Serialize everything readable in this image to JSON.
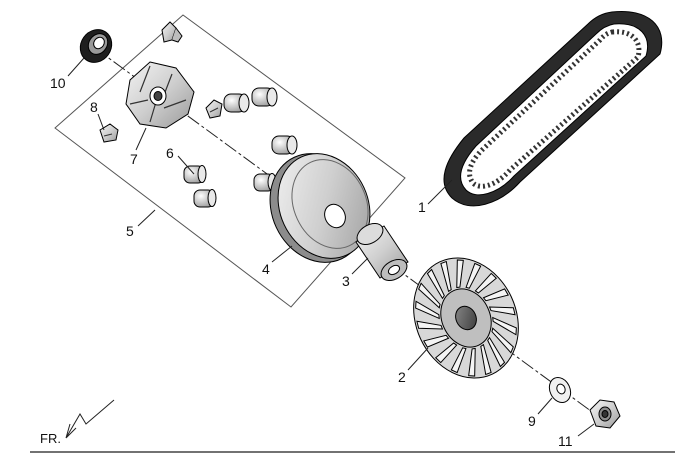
{
  "callouts": {
    "c1": "1",
    "c2": "2",
    "c3": "3",
    "c4": "4",
    "c5": "5",
    "c6": "6",
    "c7": "7",
    "c8": "8",
    "c9": "9",
    "c10": "10",
    "c11": "11"
  },
  "front_label": "FR."
}
